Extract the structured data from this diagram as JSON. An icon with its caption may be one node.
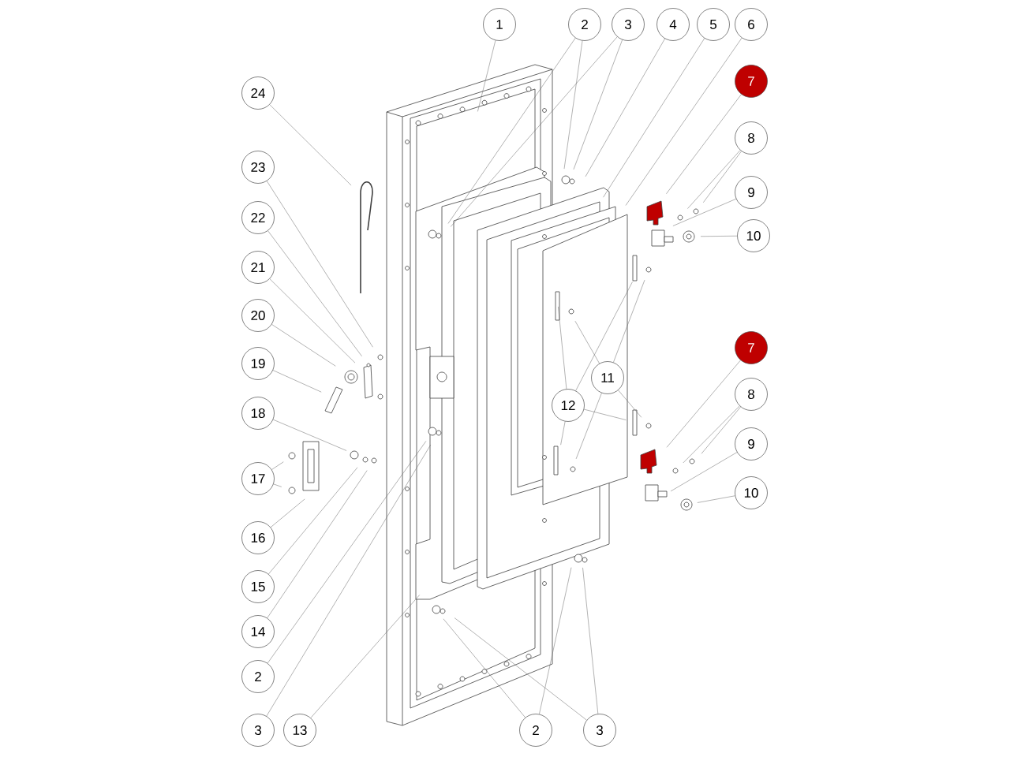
{
  "diagram": {
    "nodes": [
      {
        "text": [
          "1"
        ]
      },
      {
        "text": [
          "2"
        ]
      },
      {
        "text": [
          "3"
        ]
      },
      {
        "text": [
          "4"
        ]
      },
      {
        "text": [
          "5"
        ]
      },
      {
        "text": [
          "6"
        ]
      },
      {
        "text": [
          "7"
        ]
      },
      {
        "text": [
          "24"
        ]
      },
      {
        "text": [
          "8"
        ]
      },
      {
        "text": [
          "23"
        ]
      },
      {
        "text": [
          "9"
        ]
      },
      {
        "text": [
          "22"
        ]
      },
      {
        "text": [
          "10"
        ]
      },
      {
        "text": [
          "21"
        ]
      },
      {
        "text": [
          "20"
        ]
      },
      {
        "text": [
          "7"
        ]
      },
      {
        "text": [
          "19"
        ]
      },
      {
        "text": [
          "11"
        ]
      },
      {
        "text": [
          "8"
        ]
      },
      {
        "text": [
          "12"
        ]
      },
      {
        "text": [
          "18"
        ]
      },
      {
        "text": [
          "9"
        ]
      },
      {
        "text": [
          "17"
        ]
      },
      {
        "text": [
          "10"
        ]
      },
      {
        "text": [
          "16"
        ]
      },
      {
        "text": [
          "15"
        ]
      },
      {
        "text": [
          "14"
        ]
      },
      {
        "text": [
          "2"
        ]
      },
      {
        "text": [
          "3"
        ]
      },
      {
        "text": [
          "13"
        ]
      },
      {
        "text": [
          "2"
        ]
      },
      {
        "text": [
          "3"
        ]
      }
    ],
    "edges": [
      {
        "from": 0,
        "to": null,
        "arrow": "none"
      },
      {
        "from": 1,
        "to": null,
        "arrow": "none"
      },
      {
        "from": 1,
        "to": null,
        "arrow": "none"
      },
      {
        "from": 2,
        "to": null,
        "arrow": "none"
      },
      {
        "from": 2,
        "to": null,
        "arrow": "none"
      },
      {
        "from": 3,
        "to": null,
        "arrow": "none"
      },
      {
        "from": 4,
        "to": null,
        "arrow": "none"
      },
      {
        "from": 5,
        "to": null,
        "arrow": "none"
      },
      {
        "from": 6,
        "to": null,
        "arrow": "none"
      },
      {
        "from": 7,
        "to": null,
        "arrow": "none"
      },
      {
        "from": 8,
        "to": null,
        "arrow": "none"
      },
      {
        "from": 8,
        "to": null,
        "arrow": "none"
      },
      {
        "from": 9,
        "to": null,
        "arrow": "none"
      },
      {
        "from": 10,
        "to": null,
        "arrow": "none"
      },
      {
        "from": 11,
        "to": null,
        "arrow": "none"
      },
      {
        "from": 12,
        "to": null,
        "arrow": "none"
      },
      {
        "from": 13,
        "to": null,
        "arrow": "none"
      },
      {
        "from": 14,
        "to": null,
        "arrow": "none"
      },
      {
        "from": 15,
        "to": null,
        "arrow": "none"
      },
      {
        "from": 16,
        "to": null,
        "arrow": "none"
      },
      {
        "from": 17,
        "to": null,
        "arrow": "none"
      },
      {
        "from": 17,
        "to": null,
        "arrow": "none"
      },
      {
        "from": 17,
        "to": null,
        "arrow": "none"
      },
      {
        "from": 17,
        "to": null,
        "arrow": "none"
      },
      {
        "from": 18,
        "to": null,
        "arrow": "none"
      },
      {
        "from": 18,
        "to": null,
        "arrow": "none"
      },
      {
        "from": 19,
        "to": null,
        "arrow": "none"
      },
      {
        "from": 19,
        "to": null,
        "arrow": "none"
      },
      {
        "from": 19,
        "to": null,
        "arrow": "none"
      },
      {
        "from": 19,
        "to": null,
        "arrow": "none"
      },
      {
        "from": 20,
        "to": null,
        "arrow": "none"
      },
      {
        "from": 21,
        "to": null,
        "arrow": "none"
      },
      {
        "from": 22,
        "to": null,
        "arrow": "none"
      },
      {
        "from": 22,
        "to": null,
        "arrow": "none"
      },
      {
        "from": 23,
        "to": null,
        "arrow": "none"
      },
      {
        "from": 24,
        "to": null,
        "arrow": "none"
      },
      {
        "from": 25,
        "to": null,
        "arrow": "none"
      },
      {
        "from": 26,
        "to": null,
        "arrow": "none"
      },
      {
        "from": 27,
        "to": null,
        "arrow": "none"
      },
      {
        "from": 28,
        "to": null,
        "arrow": "none"
      },
      {
        "from": 29,
        "to": null,
        "arrow": "none"
      },
      {
        "from": 30,
        "to": null,
        "arrow": "none"
      },
      {
        "from": 30,
        "to": null,
        "arrow": "none"
      },
      {
        "from": 31,
        "to": null,
        "arrow": "none"
      },
      {
        "from": 31,
        "to": null,
        "arrow": "none"
      }
    ]
  }
}
